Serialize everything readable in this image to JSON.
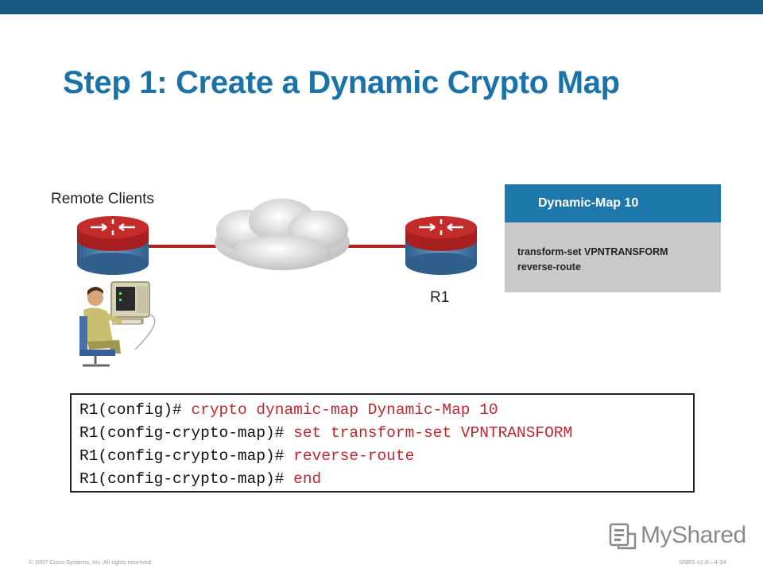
{
  "slide": {
    "title": "Step 1: Create a Dynamic Crypto Map"
  },
  "diagram": {
    "remote_clients_label": "Remote Clients",
    "router_label": "R1",
    "colors": {
      "router": "#c42b2b",
      "link": "#b22222",
      "router_base": "#3d6f9a"
    }
  },
  "info_box": {
    "header": "Dynamic-Map 10",
    "lines": [
      "transform-set VPNTRANSFORM",
      "reverse-route"
    ],
    "colors": {
      "header_bg": "#1c77ab",
      "body_bg": "#c9c9c9"
    }
  },
  "commands": [
    {
      "prompt": "R1(config)# ",
      "command": "crypto dynamic-map Dynamic-Map 10"
    },
    {
      "prompt": "R1(config-crypto-map)# ",
      "command": "set transform-set VPNTRANSFORM"
    },
    {
      "prompt": "R1(config-crypto-map)# ",
      "command": "reverse-route"
    },
    {
      "prompt": "R1(config-crypto-map)# ",
      "command": "end"
    }
  ],
  "footer": {
    "copyright": "© 2007 Cisco Systems, Inc. All rights reserved.",
    "course": "SNRS v2.0—4-34",
    "logo_text": "MyShared"
  }
}
